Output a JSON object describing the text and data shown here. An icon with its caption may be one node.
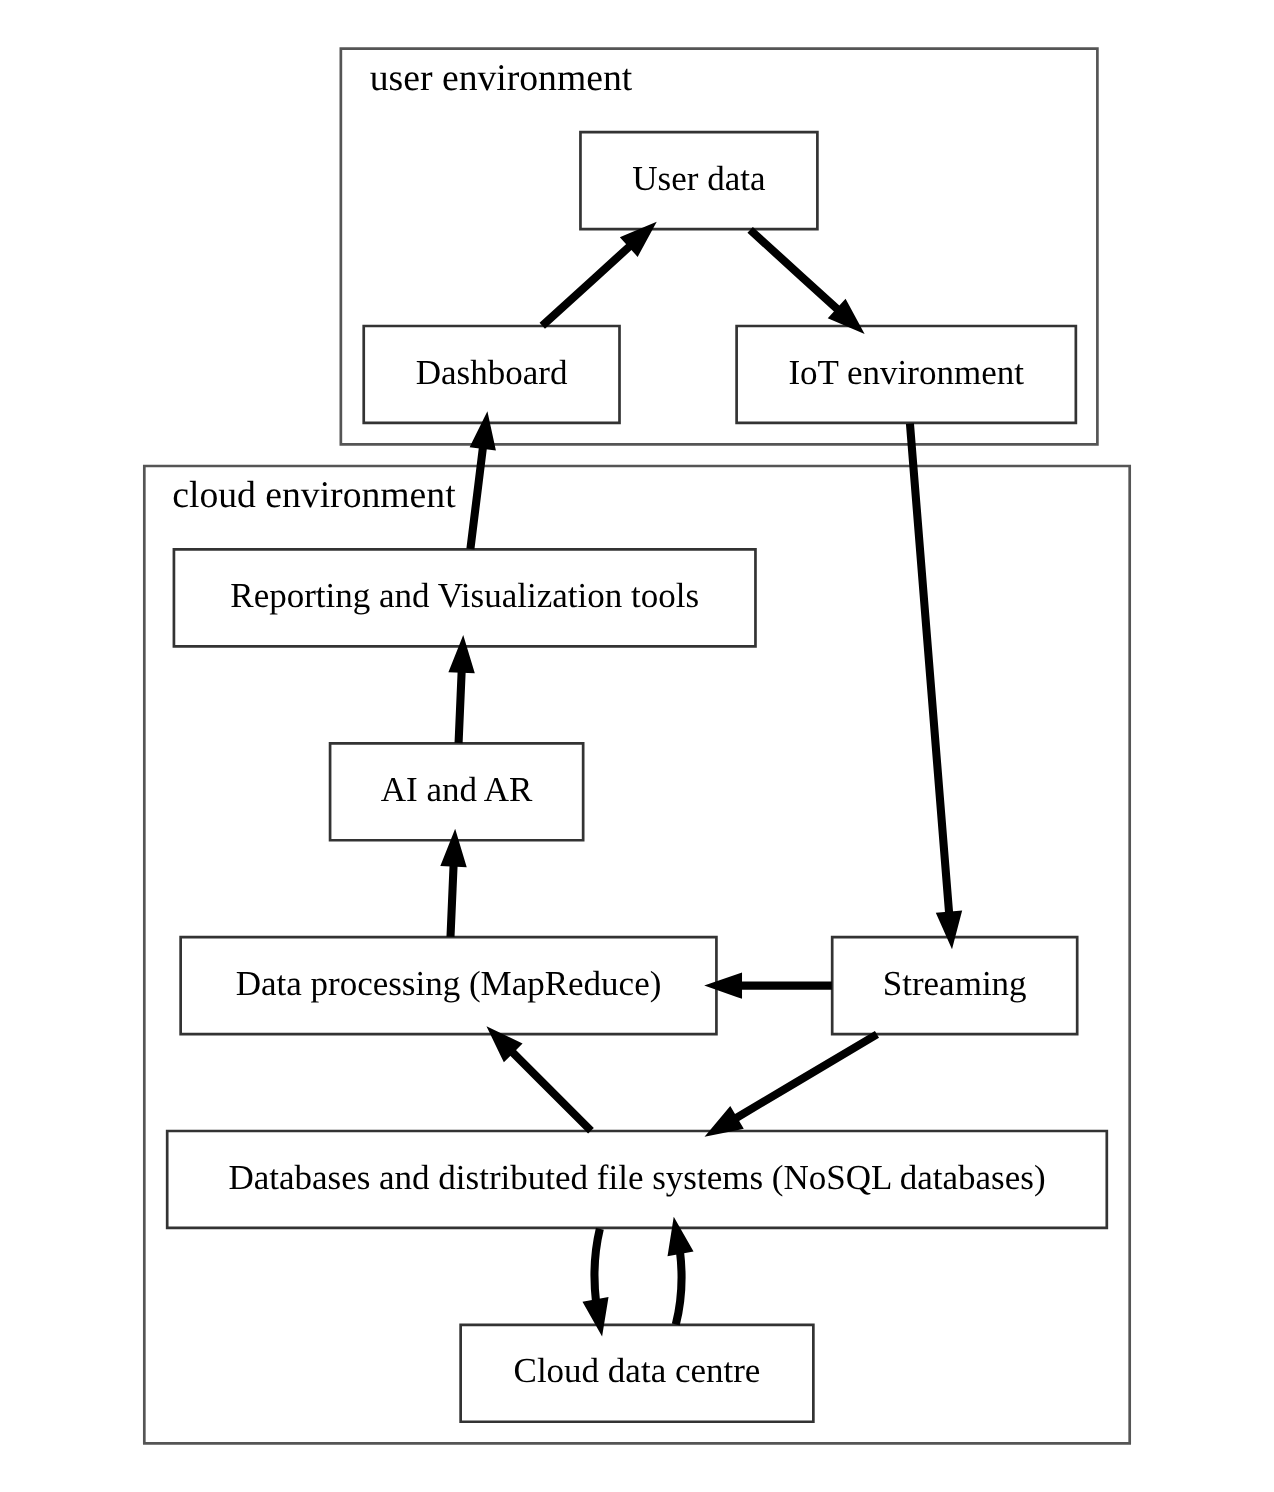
{
  "diagram": {
    "nodes": [
      {
        "text": [
          "user environment"
        ]
      },
      {
        "text": [
          "User data"
        ],
        "in": 0
      },
      {
        "text": [
          "IoT environment"
        ],
        "in": 0
      },
      {
        "text": [
          "Dashboard"
        ],
        "in": 0
      },
      {
        "text": [
          "cloud environment"
        ]
      },
      {
        "text": [
          "Reporting and Visualization tools"
        ],
        "in": 4
      },
      {
        "text": [
          "AI and AR"
        ],
        "in": 4
      },
      {
        "text": [
          "Streaming"
        ],
        "in": 4
      },
      {
        "text": [
          "Data processing (MapReduce)"
        ],
        "in": 4
      },
      {
        "text": [
          "Databases and distributed file systems (NoSQL databases)"
        ],
        "in": 4
      },
      {
        "text": [
          "Cloud data centre"
        ],
        "in": 4
      }
    ],
    "edges": [
      {
        "from": 1,
        "to": 2,
        "arrow": "to"
      },
      {
        "from": 3,
        "to": 1,
        "arrow": "to"
      },
      {
        "from": 2,
        "to": 7,
        "arrow": "to"
      },
      {
        "from": 7,
        "to": 8,
        "arrow": "to"
      },
      {
        "from": 7,
        "to": 9,
        "arrow": "to"
      },
      {
        "from": 9,
        "to": 8,
        "arrow": "to"
      },
      {
        "from": 9,
        "to": 10,
        "arrow": "to"
      },
      {
        "from": 10,
        "to": 9,
        "arrow": "to"
      },
      {
        "from": 8,
        "to": 6,
        "arrow": "to"
      },
      {
        "from": 6,
        "to": 5,
        "arrow": "to"
      },
      {
        "from": 5,
        "to": 3,
        "arrow": "to"
      }
    ]
  }
}
